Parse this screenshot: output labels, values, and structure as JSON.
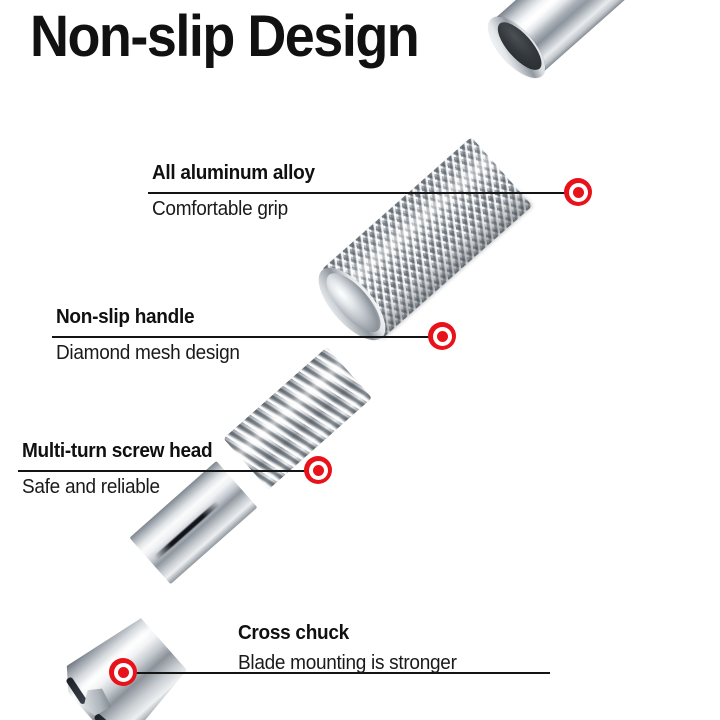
{
  "page": {
    "title": "Non-slip Design",
    "background_color": "#ffffff",
    "accent_color": "#e8131a",
    "text_color": "#101010"
  },
  "product": {
    "name": "Precision blade holder / craft knife",
    "parts": [
      {
        "id": "aluminum-tube",
        "label": "aluminum tube",
        "finish": "polished chrome",
        "bore_color": "#2e3236"
      },
      {
        "id": "knurled-handle",
        "label": "knurled handle",
        "finish": "diamond knurl chrome"
      },
      {
        "id": "screw-thread",
        "label": "threaded screw head",
        "finish": "chrome thread"
      },
      {
        "id": "shaft",
        "label": "slotted shaft",
        "finish": "polished chrome"
      },
      {
        "id": "cross-chuck",
        "label": "cross chuck",
        "finish": "split-jaw chrome"
      }
    ]
  },
  "callouts": [
    {
      "id": "aluminum-alloy",
      "title": "All aluminum alloy",
      "subtitle": "Comfortable grip",
      "marker_color": "#e8131a",
      "align": "right",
      "points_to": "aluminum-tube"
    },
    {
      "id": "non-slip-handle",
      "title": "Non-slip handle",
      "subtitle": "Diamond mesh design",
      "marker_color": "#e8131a",
      "align": "left",
      "points_to": "knurled-handle"
    },
    {
      "id": "screw-head",
      "title": "Multi-turn screw head",
      "subtitle": "Safe and reliable",
      "marker_color": "#e8131a",
      "align": "left",
      "points_to": "screw-thread"
    },
    {
      "id": "cross-chuck",
      "title": "Cross chuck",
      "subtitle": "Blade mounting is stronger",
      "marker_color": "#e8131a",
      "align": "left-marker",
      "points_to": "cross-chuck"
    }
  ]
}
